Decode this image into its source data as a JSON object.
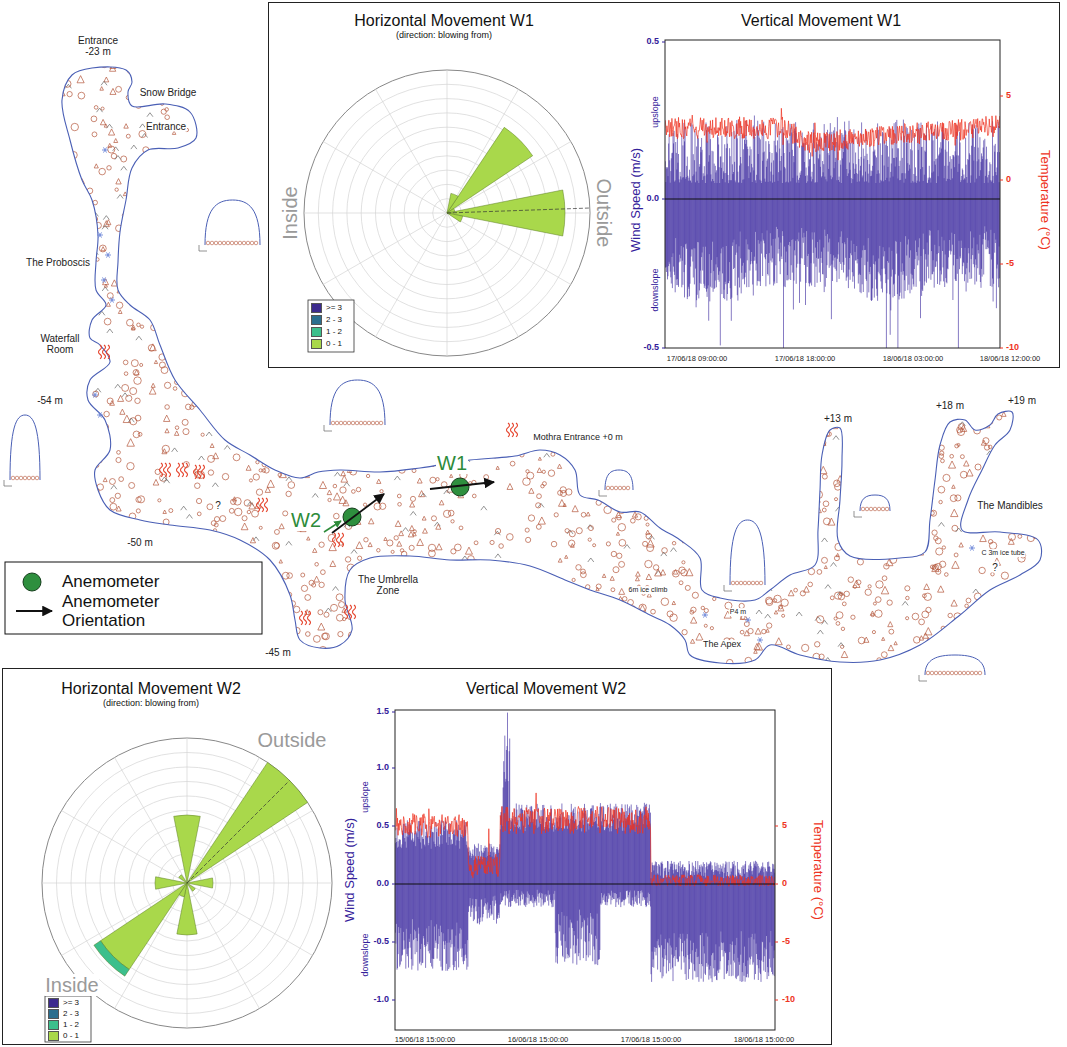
{
  "diagram": {
    "nodes": [
      {
        "text": [
          "Horizontal Movement W1",
          "(direction: blowing from)",
          "Vertical Movement W1"
        ]
      },
      {
        "text": [
          "Horizontal Movement W2",
          "(direction: blowing from)",
          "Vertical Movement W2"
        ]
      }
    ],
    "labels": [
      "Inside",
      "Outside",
      "Wind Speed (m/s)",
      "upslope",
      "downslope",
      "0.5",
      "0.0",
      "-0.5",
      "Temperature (°C)",
      "5",
      "0",
      "-5",
      "-10",
      "17/06/18 09:00:00",
      "17/06/18 18:00:00",
      "18/06/18 03:00:00",
      "18/06/18 12:00:00",
      "Entrance -23 m",
      "Snow Bridge",
      "Entrance",
      "The Proboscis",
      "Waterfall Room",
      "-54 m",
      "-50 m",
      "?",
      "W2",
      "The Umbrella Zone",
      "-45 m",
      "W1",
      "Mothra Entrance +0 m",
      "6m ice climb",
      "P4 m",
      "The Apex",
      "+13 m",
      "+18 m",
      "+19 m",
      "The Mandibles",
      "C 3m ice tube",
      "?",
      "Outside",
      "Inside",
      "Wind Speed (m/s)",
      "upslope",
      "downslope",
      "1.5",
      "1.0",
      "0.5",
      "0.0",
      "-0.5",
      "-1.0",
      "Temperature (°C)",
      "5",
      "0",
      "-5",
      "-10",
      "15/06/18 15:00:00",
      "16/06/18 15:00:00",
      "17/06/18 15:00:00",
      "18/06/18 15:00:00"
    ],
    "legend": [
      {
        "text": ">= 3",
        "color": "#3d2b8e"
      },
      {
        "text": "2 - 3",
        "color": "#2b6e8e"
      },
      {
        "text": "1 - 2",
        "color": "#3cbf8c"
      },
      {
        "text": "0 - 1",
        "color": "#a9d84b"
      },
      {
        "text": "Anemometer"
      },
      {
        "text": "Anemometer Orientation"
      },
      {
        "text": ">= 3",
        "color": "#3d2b8e"
      },
      {
        "text": "2 - 3",
        "color": "#2b6e8e"
      },
      {
        "text": "1 - 2",
        "color": "#3cbf8c"
      },
      {
        "text": "0 - 1",
        "color": "#a9d84b"
      }
    ]
  }
}
